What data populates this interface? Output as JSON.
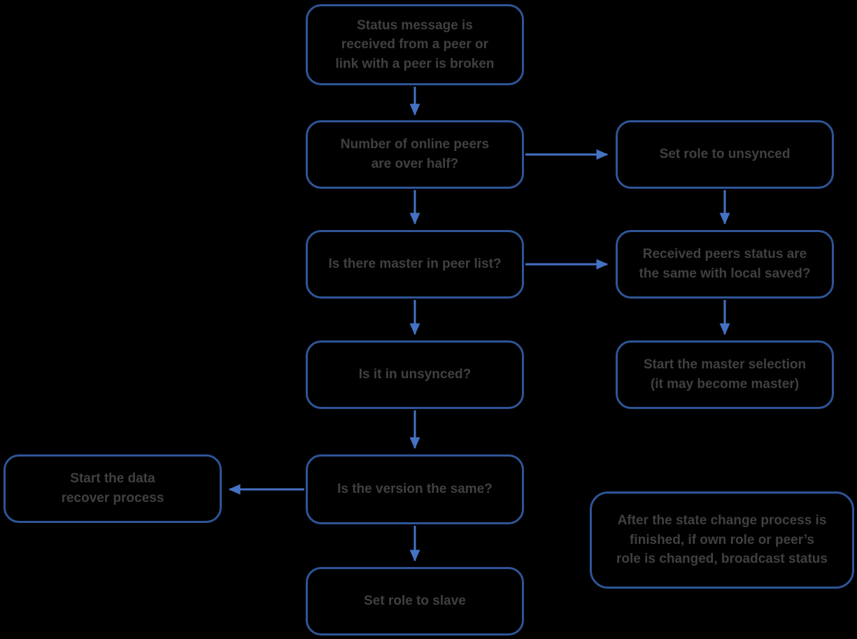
{
  "diagram": {
    "type": "flowchart",
    "background_color": "#000000",
    "box_border_color": "#2e5597",
    "arrow_color": "#4472c4",
    "text_color": "#404040"
  },
  "nodes": {
    "status_message": {
      "label": "Status message is\nreceived from a peer or\nlink with a peer is broken"
    },
    "online_peers_over_half": {
      "label": "Number of online peers\nare over half?"
    },
    "set_role_unsynced": {
      "label": "Set role to unsynced"
    },
    "master_in_peer_list": {
      "label": "Is there master in peer list?"
    },
    "received_peers_status": {
      "label": "Received peers status are\nthe same with local saved?"
    },
    "is_it_in_unsynced": {
      "label": "Is it in unsynced?"
    },
    "start_master_selection": {
      "label": "Start the master selection\n(it may become master)"
    },
    "is_version_same": {
      "label": "Is the version the same?"
    },
    "start_data_recover": {
      "label": "Start the data\nrecover process"
    },
    "set_role_slave": {
      "label": "Set role to slave"
    },
    "broadcast_note": {
      "label": "After the state change process is\nfinished, if own role or peer’s\nrole is changed, broadcast status"
    }
  },
  "edges": [
    {
      "from": "status_message",
      "to": "online_peers_over_half",
      "direction": "down"
    },
    {
      "from": "online_peers_over_half",
      "to": "set_role_unsynced",
      "direction": "right"
    },
    {
      "from": "online_peers_over_half",
      "to": "master_in_peer_list",
      "direction": "down"
    },
    {
      "from": "set_role_unsynced",
      "to": "received_peers_status",
      "direction": "down"
    },
    {
      "from": "master_in_peer_list",
      "to": "received_peers_status",
      "direction": "right"
    },
    {
      "from": "master_in_peer_list",
      "to": "is_it_in_unsynced",
      "direction": "down"
    },
    {
      "from": "received_peers_status",
      "to": "start_master_selection",
      "direction": "down"
    },
    {
      "from": "is_it_in_unsynced",
      "to": "is_version_same",
      "direction": "down"
    },
    {
      "from": "is_version_same",
      "to": "start_data_recover",
      "direction": "left"
    },
    {
      "from": "is_version_same",
      "to": "set_role_slave",
      "direction": "down"
    }
  ]
}
